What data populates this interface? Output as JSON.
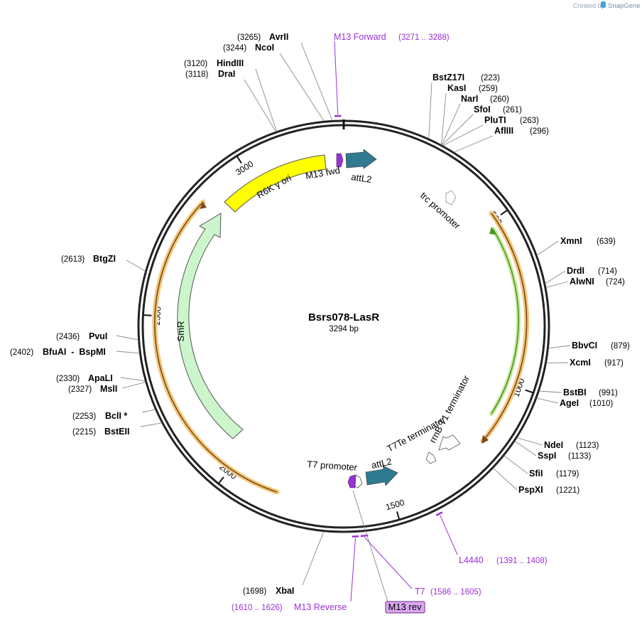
{
  "brand": {
    "prefix": "Created by",
    "name": "SnapGene"
  },
  "plasmid": {
    "name": "Bsrs078-LasR",
    "length": 3294,
    "length_label": "3294 bp"
  },
  "ticks": [
    {
      "bp": 500,
      "label": "500"
    },
    {
      "bp": 1000,
      "label": "1000"
    },
    {
      "bp": 1500,
      "label": "1500"
    },
    {
      "bp": 2000,
      "label": "2000"
    },
    {
      "bp": 2500,
      "label": "2500"
    },
    {
      "bp": 3000,
      "label": "3000"
    }
  ],
  "restriction_sites": [
    {
      "name": "AvrII",
      "pos": 3265,
      "pos_label": "(3265)"
    },
    {
      "name": "NcoI",
      "pos": 3244,
      "pos_label": "(3244)"
    },
    {
      "name": "HindIII",
      "pos": 3120,
      "pos_label": "(3120)"
    },
    {
      "name": "DraI",
      "pos": 3118,
      "pos_label": "(3118)"
    },
    {
      "name": "BstZ17I",
      "pos": 223,
      "pos_label": "(223)"
    },
    {
      "name": "KasI",
      "pos": 259,
      "pos_label": "(259)"
    },
    {
      "name": "NarI",
      "pos": 260,
      "pos_label": "(260)"
    },
    {
      "name": "SfoI",
      "pos": 261,
      "pos_label": "(261)"
    },
    {
      "name": "PluTI",
      "pos": 263,
      "pos_label": "(263)"
    },
    {
      "name": "AflIII",
      "pos": 296,
      "pos_label": "(296)"
    },
    {
      "name": "XmnI",
      "pos": 639,
      "pos_label": "(639)"
    },
    {
      "name": "DrdI",
      "pos": 714,
      "pos_label": "(714)"
    },
    {
      "name": "AlwNI",
      "pos": 724,
      "pos_label": "(724)"
    },
    {
      "name": "BbvCI",
      "pos": 879,
      "pos_label": "(879)"
    },
    {
      "name": "XcmI",
      "pos": 917,
      "pos_label": "(917)"
    },
    {
      "name": "BstBI",
      "pos": 991,
      "pos_label": "(991)"
    },
    {
      "name": "AgeI",
      "pos": 1010,
      "pos_label": "(1010)"
    },
    {
      "name": "NdeI",
      "pos": 1123,
      "pos_label": "(1123)"
    },
    {
      "name": "SspI",
      "pos": 1133,
      "pos_label": "(1133)"
    },
    {
      "name": "SfiI",
      "pos": 1179,
      "pos_label": "(1179)"
    },
    {
      "name": "PspXI",
      "pos": 1221,
      "pos_label": "(1221)"
    },
    {
      "name": "XbaI",
      "pos": 1698,
      "pos_label": "(1698)"
    },
    {
      "name": "BstEII",
      "pos": 2215,
      "pos_label": "(2215)"
    },
    {
      "name": "BclI *",
      "pos": 2253,
      "pos_label": "(2253)"
    },
    {
      "name": "MslI",
      "pos": 2327,
      "pos_label": "(2327)"
    },
    {
      "name": "ApaLI",
      "pos": 2330,
      "pos_label": "(2330)"
    },
    {
      "name": "BfuAI  -  BspMI",
      "pos": 2402,
      "pos_label": "(2402)"
    },
    {
      "name": "PvuI",
      "pos": 2436,
      "pos_label": "(2436)"
    },
    {
      "name": "BtgZI",
      "pos": 2613,
      "pos_label": "(2613)"
    }
  ],
  "primers": [
    {
      "name": "M13 Forward",
      "start": 3271,
      "end": 3288,
      "range_label": "(3271 .. 3288)"
    },
    {
      "name": "L4440",
      "start": 1391,
      "end": 1408,
      "range_label": "(1391 .. 1408)"
    },
    {
      "name": "T7",
      "start": 1586,
      "end": 1605,
      "range_label": "(1586 .. 1605)"
    },
    {
      "name": "M13 Reverse",
      "start": 1610,
      "end": 1626,
      "range_label": "(1610 .. 1626)"
    }
  ],
  "features": [
    {
      "label": "R6K γ ori",
      "kind": "origin",
      "color": "#ffff00"
    },
    {
      "label": "SmR",
      "kind": "cds",
      "color": "#ccf5cc"
    },
    {
      "label": "M13 fwd",
      "kind": "primer-bind",
      "color": "#9b30d9"
    },
    {
      "label": "attL2",
      "kind": "att",
      "color": "#2f7a8f"
    },
    {
      "label": "trc promoter",
      "kind": "promoter",
      "color": "#ffffff"
    },
    {
      "label": "T7Te terminator",
      "kind": "terminator",
      "color": "#ffffff"
    },
    {
      "label": "rrnB T1 terminator",
      "kind": "terminator",
      "color": "#ffffff"
    },
    {
      "label": "attL2",
      "kind": "att",
      "color": "#2f7a8f"
    },
    {
      "label": "T7 promoter",
      "kind": "promoter",
      "color": "#ffffff"
    },
    {
      "label": "M13 rev",
      "kind": "primer-bind",
      "color": "#9b30d9"
    }
  ],
  "colors": {
    "backbone": "#222222",
    "primer": "#9b30d9",
    "orf_outline": "#f3c77a",
    "orf_line": "#7a4a18",
    "lasr_green": "#4a9a1c",
    "lasr_fill": "#c8e6a0",
    "ori": "#ffff00",
    "smr": "#ccf5cc",
    "att": "#2f7a8f"
  }
}
